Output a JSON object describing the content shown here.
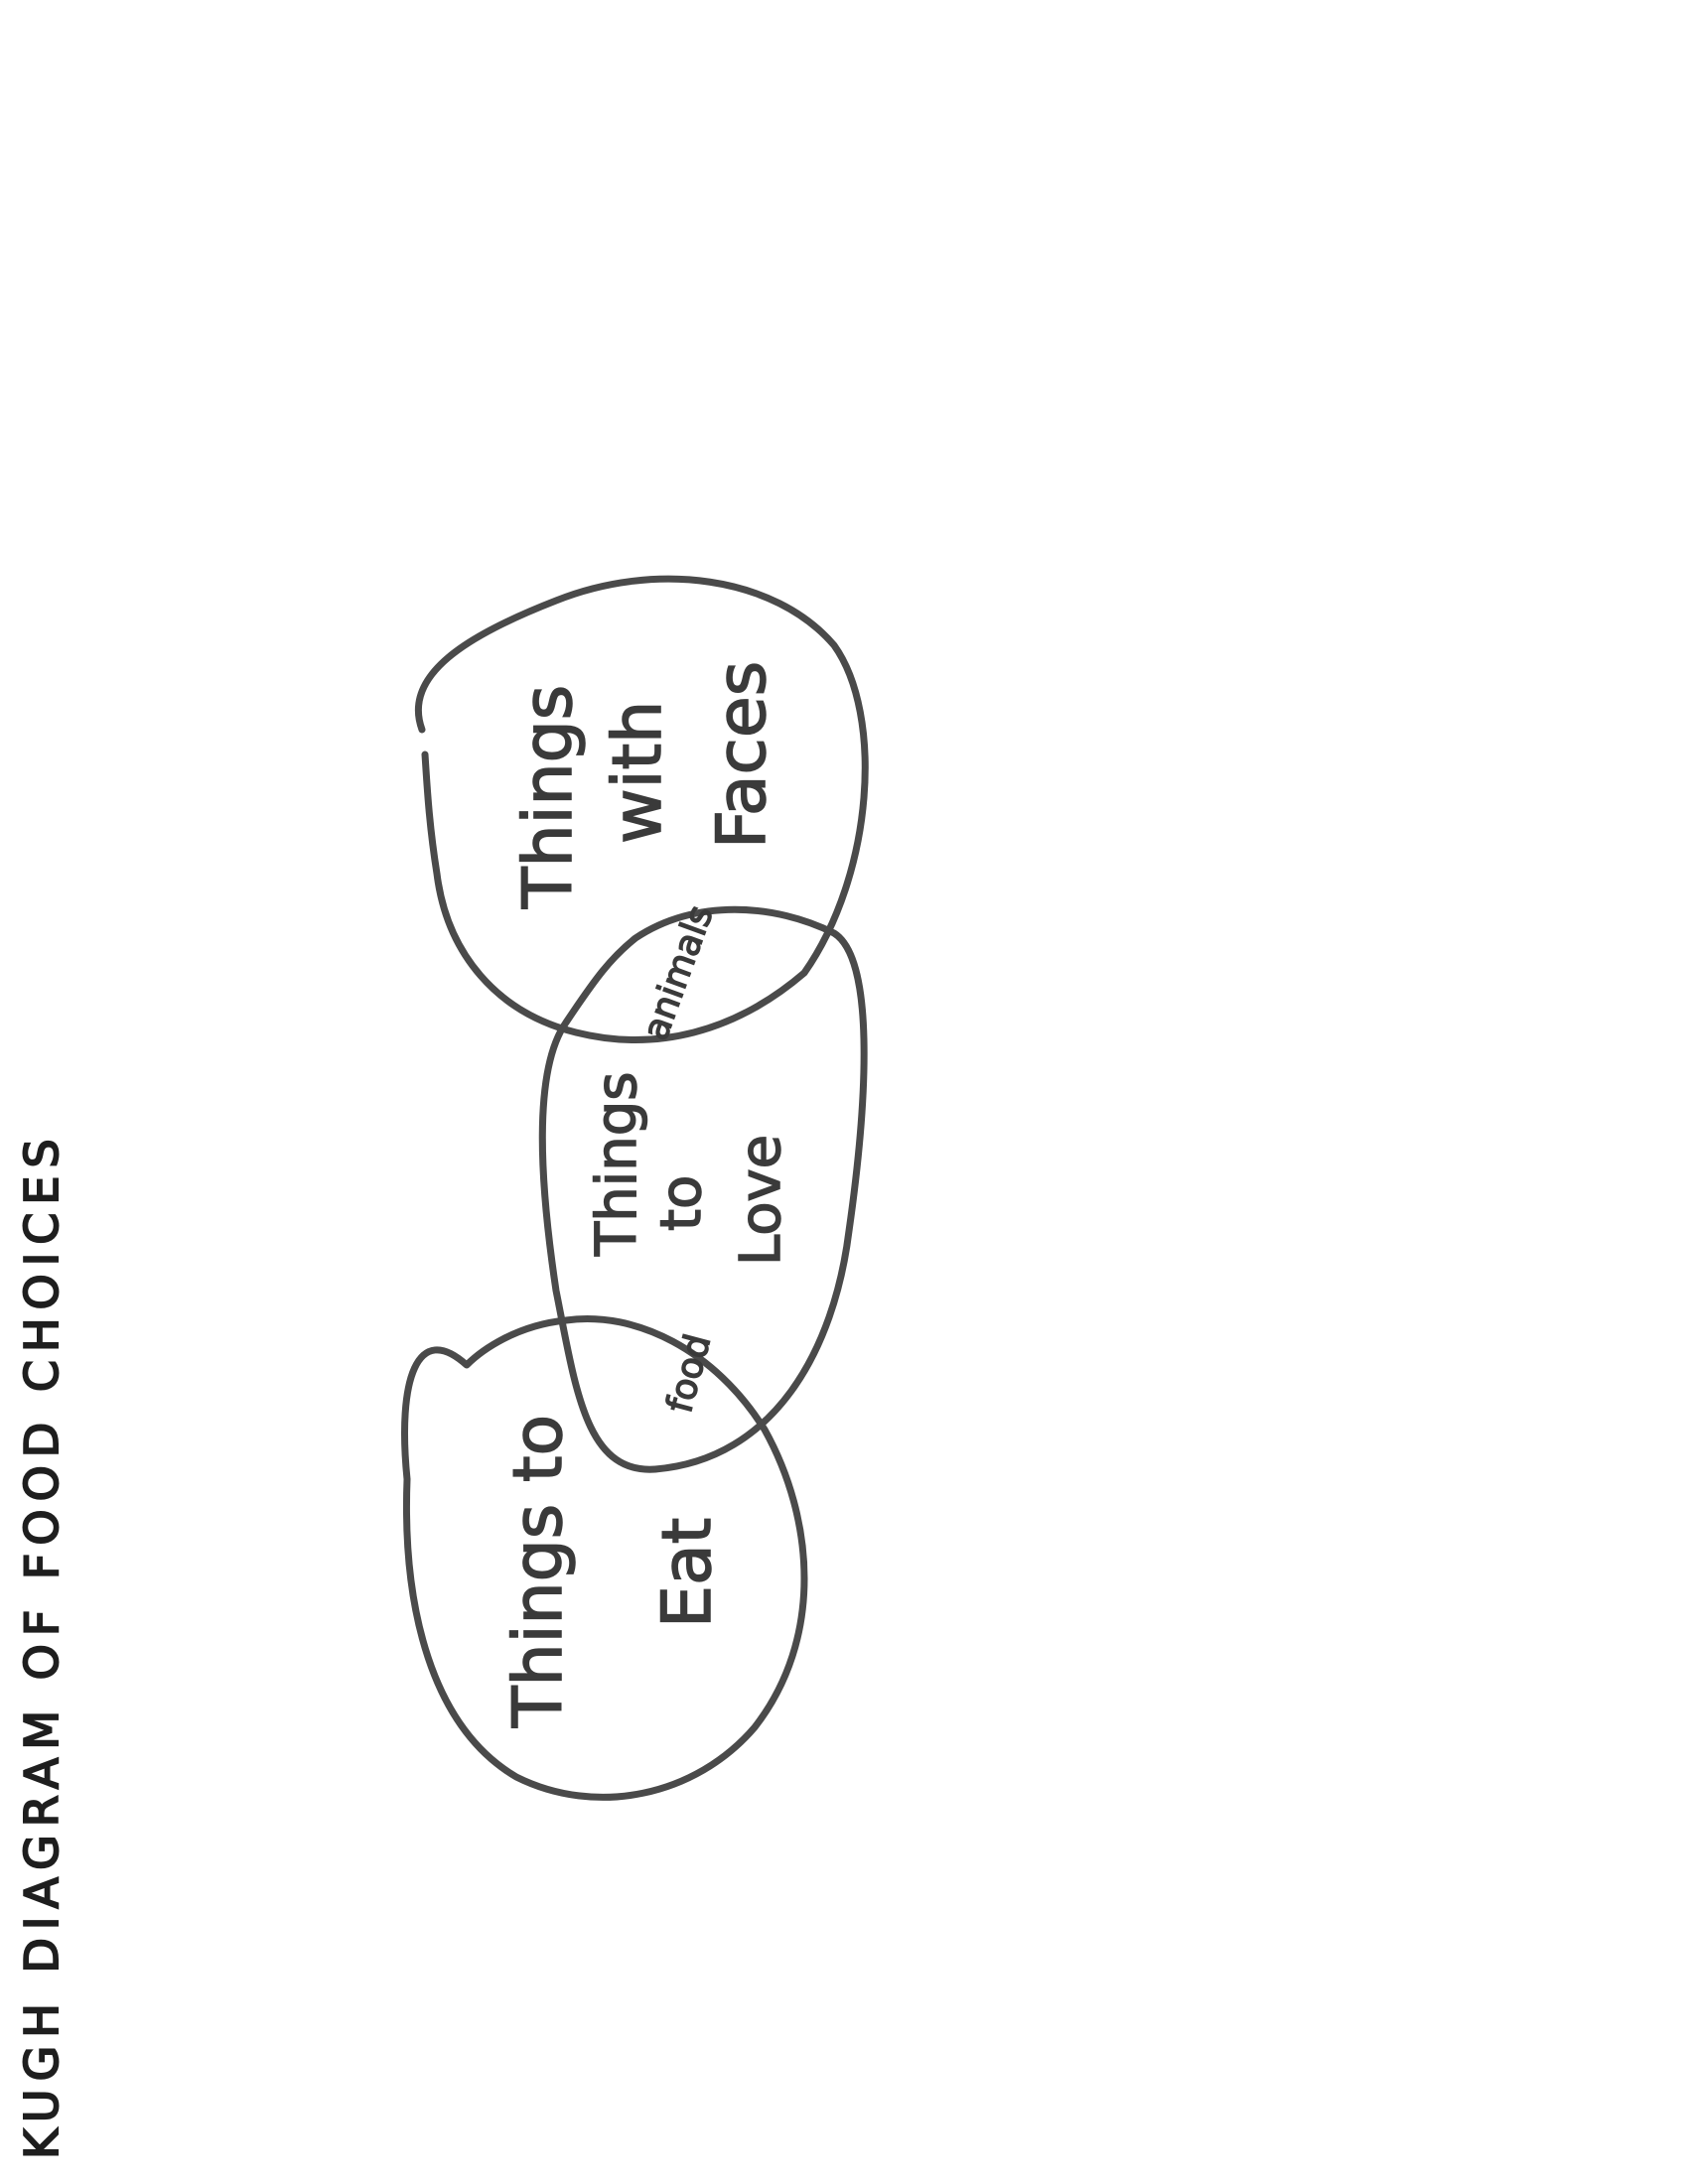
{
  "title": "KUGH DIAGRAM OF FOOD CHOICES",
  "circles": [
    {
      "id": "eat",
      "label_lines": [
        "Things to",
        "Eat"
      ]
    },
    {
      "id": "love",
      "label_lines": [
        "Things",
        "to",
        "Love"
      ]
    },
    {
      "id": "faces",
      "label_lines": [
        "Things",
        "with",
        "Faces"
      ]
    }
  ],
  "overlaps": [
    {
      "between": [
        "eat",
        "love"
      ],
      "label": "food"
    },
    {
      "between": [
        "love",
        "faces"
      ],
      "label": "animals"
    }
  ]
}
